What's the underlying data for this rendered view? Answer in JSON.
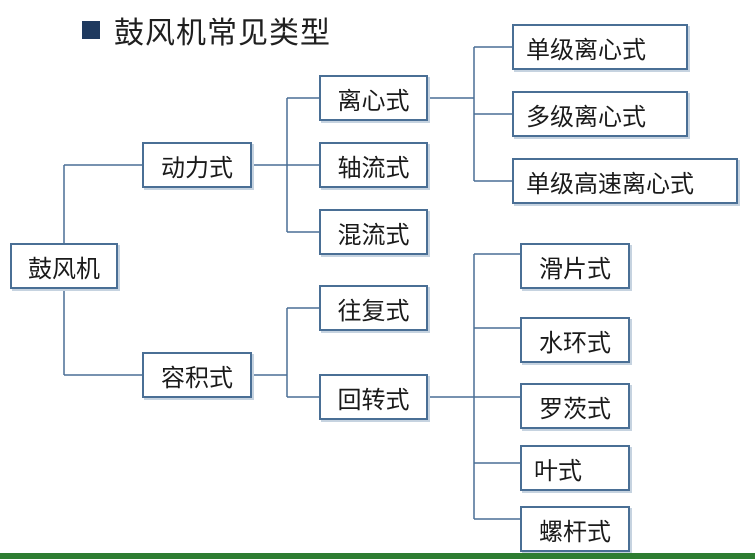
{
  "title": "鼓风机常见类型",
  "colors": {
    "border": "#4a6f95",
    "line": "#4a6f95",
    "footer": "#2e7d32",
    "bullet": "#1f3a5f"
  },
  "nodes": {
    "root": "鼓风机",
    "power": "动力式",
    "volume": "容积式",
    "centrifugal": "离心式",
    "axial": "轴流式",
    "mixed": "混流式",
    "reciprocating": "往复式",
    "rotary": "回转式",
    "single_stage": "单级离心式",
    "multi_stage": "多级离心式",
    "single_high_speed": "单级高速离心式",
    "sliding_vane": "滑片式",
    "water_ring": "水环式",
    "roots": "罗茨式",
    "lobe": "叶式",
    "screw": "螺杆式"
  }
}
